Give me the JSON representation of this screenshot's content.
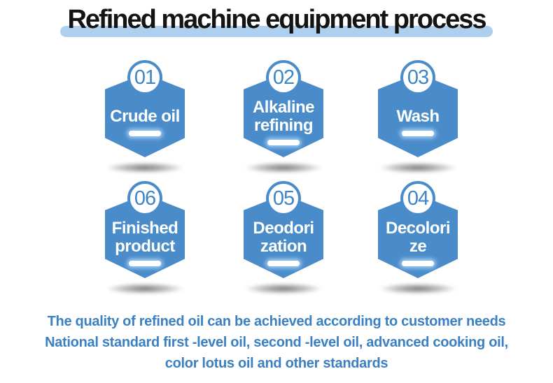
{
  "title": {
    "text": "Refined machine equipment process"
  },
  "steps": [
    {
      "number": "01",
      "label_lines": [
        "Crude oil"
      ]
    },
    {
      "number": "02",
      "label_lines": [
        "Alkaline",
        "refining"
      ]
    },
    {
      "number": "03",
      "label_lines": [
        "Wash"
      ]
    },
    {
      "number": "06",
      "label_lines": [
        "Finished",
        "product"
      ]
    },
    {
      "number": "05",
      "label_lines": [
        "Deodori",
        "zation"
      ]
    },
    {
      "number": "04",
      "label_lines": [
        "Decolori",
        "ze"
      ]
    }
  ],
  "footer": {
    "lines": [
      "The quality of refined oil can be achieved according to customer needs",
      "National standard first -level oil, second -level oil, advanced cooking oil,",
      "color lotus oil and other standards"
    ]
  },
  "colors": {
    "hex_fill": "#4a8cca",
    "number": "#3c86c8",
    "highlight_bar": "#aed0ee",
    "footer": "#3a80c3",
    "title": "#141414",
    "label": "#ffffff"
  }
}
